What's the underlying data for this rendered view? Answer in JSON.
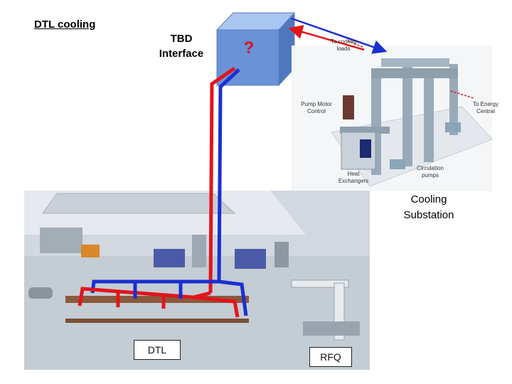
{
  "title": "DTL cooling",
  "interface": {
    "label_line1": "TBD",
    "label_line2": "Interface",
    "cube_mark": "?"
  },
  "substation": {
    "label_line1": "Cooling",
    "label_line2": "Substation",
    "annotations": {
      "to_cooling_loads": [
        "To cooling",
        "loads"
      ],
      "to_energy_central": [
        "To Energy",
        "Central"
      ],
      "pump_motor_control": [
        "Pump Motor",
        "Control"
      ],
      "circulation_pumps": [
        "Circulation",
        "pumps"
      ],
      "heat_exchangers": [
        "Heat",
        "Exchangers"
      ]
    }
  },
  "facility": {
    "dtl_label": "DTL",
    "rfq_label": "RFQ"
  },
  "colors": {
    "supply_pipe": "#e3141b",
    "return_pipe": "#1a2fd0",
    "cube_front": "#6a92d6",
    "cube_top": "#a9c6f0",
    "cube_side": "#4f77bd",
    "equipment_pipe": "#98aab8",
    "floor": "#d2d8df"
  }
}
